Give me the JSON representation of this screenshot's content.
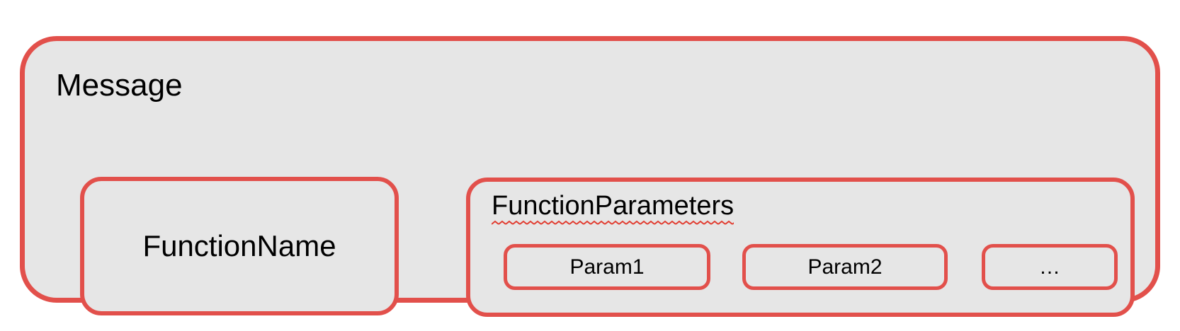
{
  "diagram": {
    "message": {
      "label": "Message"
    },
    "function_name": {
      "label": "FunctionName"
    },
    "function_parameters": {
      "label": "FunctionParameters",
      "has_spellcheck_underline": true,
      "params": [
        {
          "label": "Param1"
        },
        {
          "label": "Param2"
        },
        {
          "label": "…"
        }
      ]
    },
    "colors": {
      "border_red": "#E2504B",
      "box_fill": "#E6E6E6",
      "text": "#000000",
      "squiggle_red": "#E13B2F",
      "canvas_bg": "#FFFFFF"
    }
  }
}
